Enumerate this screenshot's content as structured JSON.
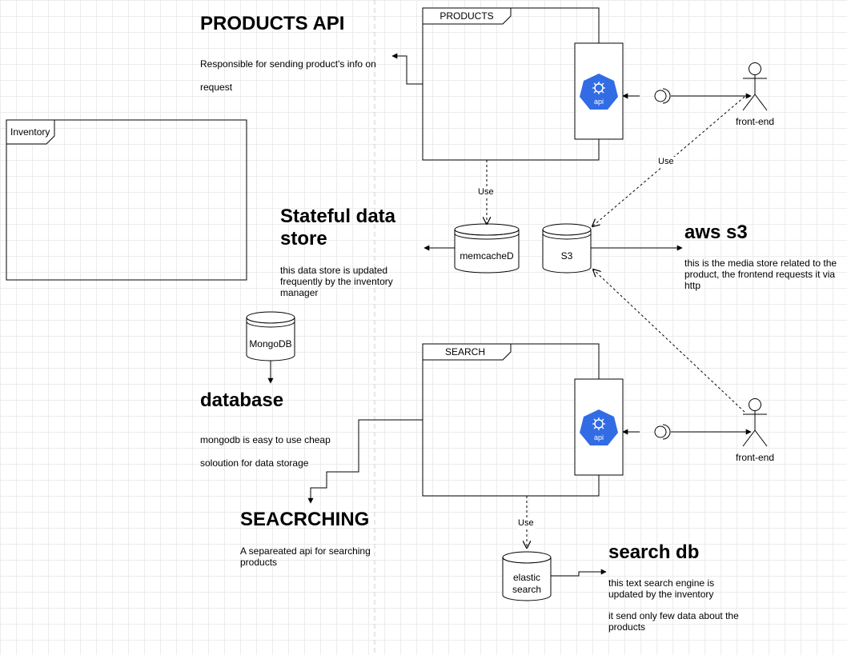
{
  "frames": {
    "products": "PRODUCTS",
    "search": "SEARCH",
    "inventory": "Inventory"
  },
  "cylinders": {
    "memcached": "memcacheD",
    "s3": "S3",
    "mongodb": "MongoDB",
    "elastic": "elastic search"
  },
  "actors": {
    "top": "front-end",
    "bottom": "front-end"
  },
  "edge_labels": {
    "products_memcached": "Use",
    "frontend_s3": "Use",
    "search_elastic": "Use"
  },
  "api_icon_label": "api",
  "notes": {
    "products_api": {
      "title": "PRODUCTS API",
      "line1": "Responsible for sending product's info on",
      "line2": "request"
    },
    "stateful": {
      "title": "Stateful data store",
      "body": "this data store is updated frequently by the inventory manager"
    },
    "aws_s3": {
      "title": "aws s3",
      "body": "this is the media store related to the product, the frontend requests it via http"
    },
    "database": {
      "title": "database",
      "line1": "mongodb is easy to use cheap",
      "line2": "soloution for data storage"
    },
    "searching": {
      "title": "SEACRCHING",
      "body": "A separeated api for searching products"
    },
    "search_db": {
      "title": "search db",
      "line1": "this text search engine is updated by the inventory",
      "line2": "it send only few data about the products"
    }
  },
  "colors": {
    "api_icon": "#326ce5",
    "stroke": "#000000",
    "grid": "#ececec"
  }
}
